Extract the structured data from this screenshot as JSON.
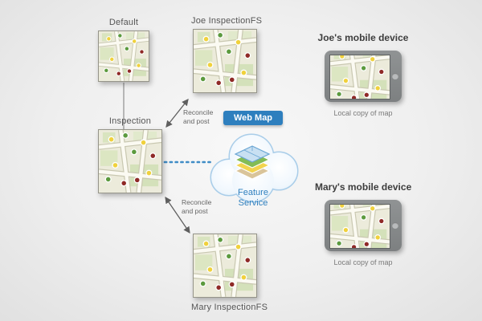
{
  "diagram": {
    "nodes": {
      "default": {
        "label": "Default"
      },
      "joe_fs": {
        "label": "Joe InspectionFS"
      },
      "inspection": {
        "label": "Inspection"
      },
      "mary_fs": {
        "label": "Mary InspectionFS"
      }
    },
    "cloud": {
      "badge": "Web Map",
      "service": "Feature Service"
    },
    "edges": {
      "joe": {
        "label": "Reconcile and post"
      },
      "mary": {
        "label": "Reconcile and post"
      }
    },
    "devices": {
      "joe": {
        "title": "Joe's mobile device",
        "caption": "Local copy of map"
      },
      "mary": {
        "title": "Mary's mobile device",
        "caption": "Local copy of map"
      }
    },
    "colors": {
      "accent_blue": "#2e7fbe",
      "cloud_outline": "#a9cde9",
      "dot_yellow": "#f0d13c",
      "dot_green": "#5c9a3e",
      "dot_red": "#8f2a27",
      "arrow_gray": "#5f5f5f"
    }
  }
}
